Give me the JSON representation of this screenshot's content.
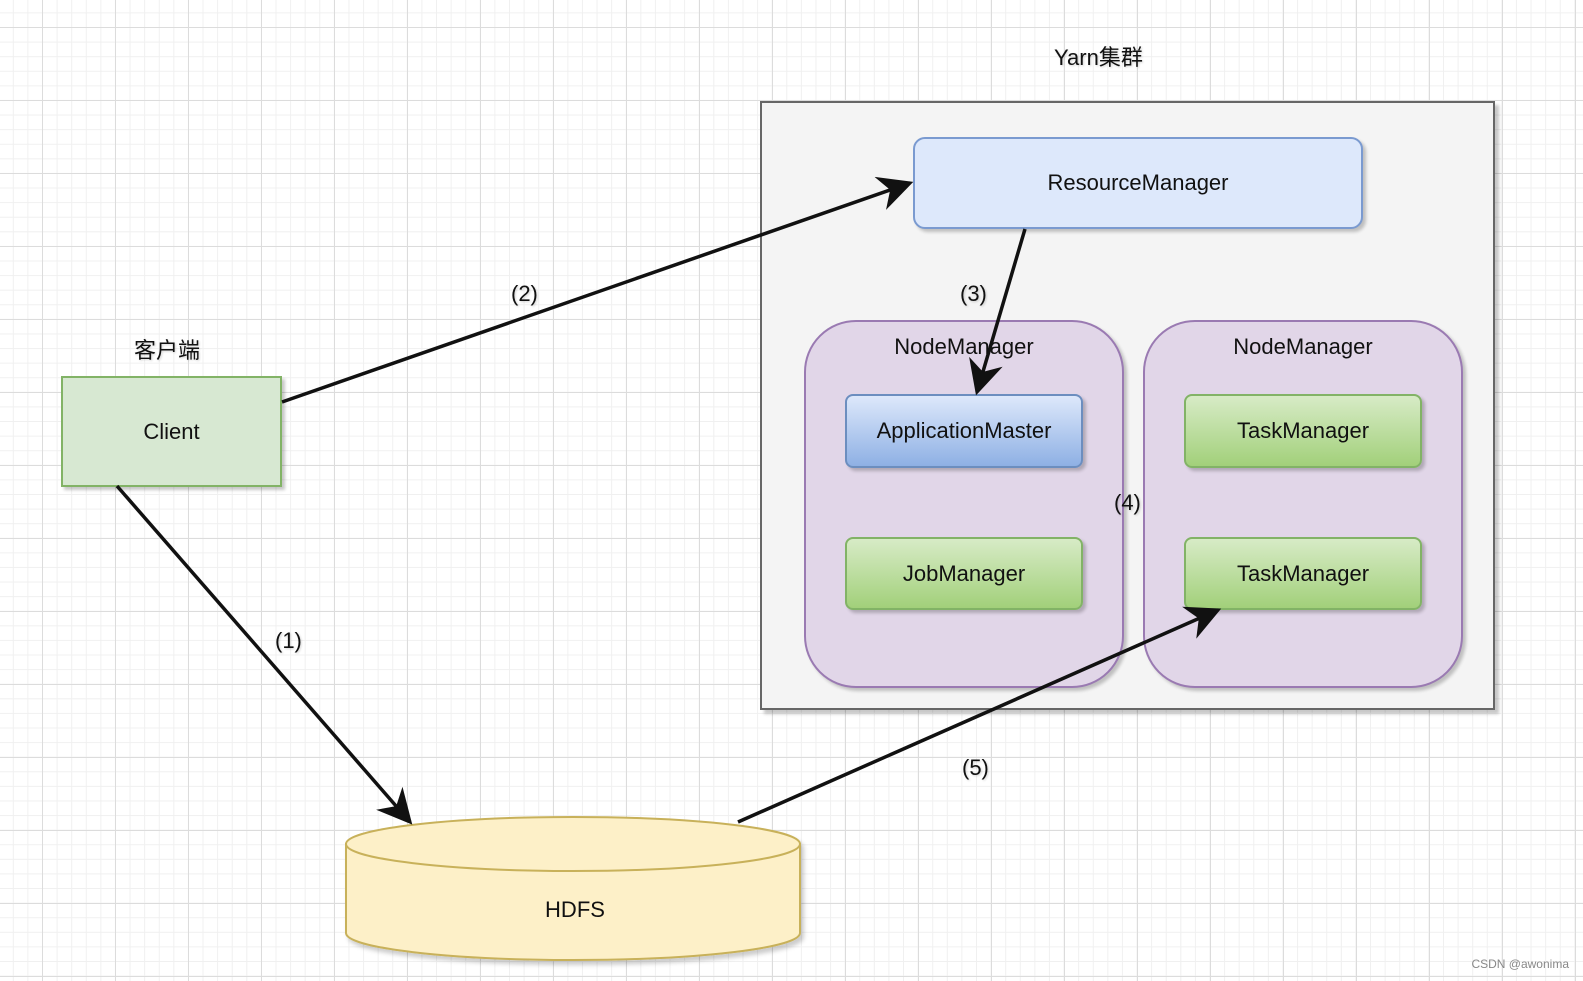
{
  "title": "Yarn集群",
  "client_group_label": "客户端",
  "nodes": {
    "client": "Client",
    "hdfs": "HDFS",
    "resource_manager": "ResourceManager",
    "node_manager_left": "NodeManager",
    "node_manager_right": "NodeManager",
    "application_master": "ApplicationMaster",
    "job_manager": "JobManager",
    "task_manager_top": "TaskManager",
    "task_manager_bottom": "TaskManager"
  },
  "edges": [
    {
      "label": "(1)",
      "from": "Client",
      "to": "HDFS"
    },
    {
      "label": "(2)",
      "from": "Client",
      "to": "ResourceManager"
    },
    {
      "label": "(3)",
      "from": "ResourceManager",
      "to": "ApplicationMaster"
    },
    {
      "label": "(4)",
      "from": "",
      "to": ""
    },
    {
      "label": "(5)",
      "from": "HDFS",
      "to": "TaskManager"
    }
  ],
  "watermark": "CSDN @awonima",
  "colors": {
    "client_fill": "#d7e8d2",
    "green_border": "#82b366",
    "hdfs_fill": "#fdf0c8",
    "hdfs_border": "#c8b15a",
    "resource_manager_fill": "#dde8fb",
    "node_manager_fill": "#e1d6e8",
    "cluster_fill": "#f4f4f4",
    "arrow": "#111111"
  }
}
